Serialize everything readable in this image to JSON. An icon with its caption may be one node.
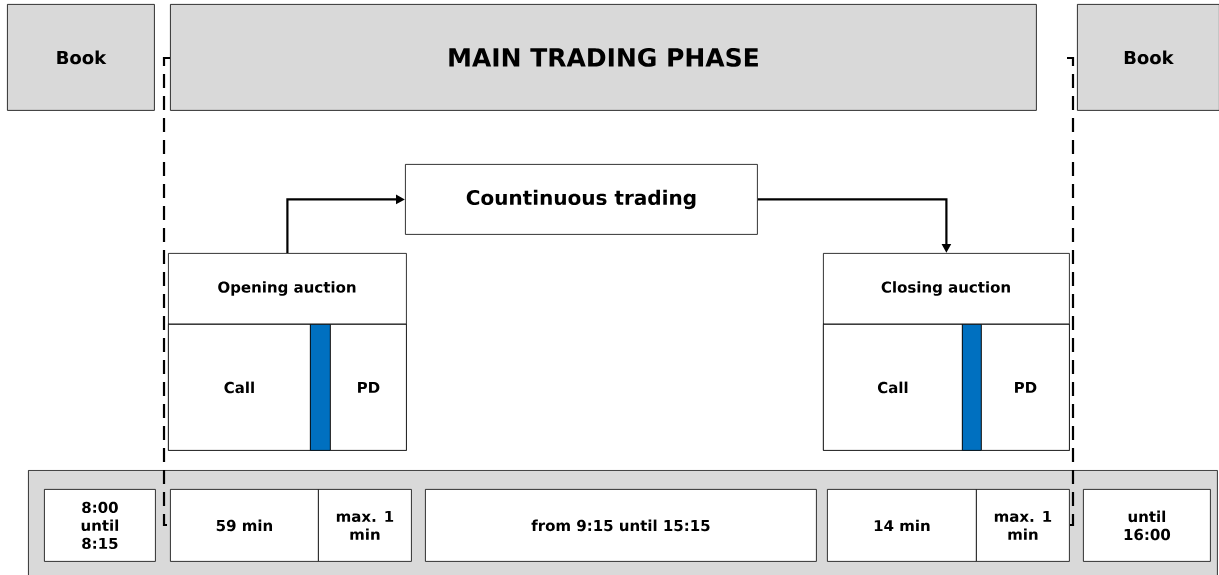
{
  "diagram": {
    "nodes": [
      {
        "text": [
          "Book"
        ]
      },
      {
        "text": [
          "MAIN TRADING PHASE"
        ]
      },
      {
        "text": [
          "Book"
        ]
      },
      {
        "text": [
          "Countinuous trading"
        ]
      },
      {
        "text": [
          "Opening auction"
        ]
      },
      {
        "text": [
          "Call"
        ],
        "in": 4
      },
      {
        "text": [],
        "shape": "bar",
        "in": 4
      },
      {
        "text": [
          "PD"
        ],
        "in": 4
      },
      {
        "text": [
          "Closing auction"
        ]
      },
      {
        "text": [
          "Call"
        ],
        "in": 8
      },
      {
        "text": [],
        "shape": "bar",
        "in": 8
      },
      {
        "text": [
          "PD"
        ],
        "in": 8
      },
      {
        "text": [],
        "shape": "box"
      },
      {
        "text": [
          "8:00 until 8:15"
        ],
        "in": 12
      },
      {
        "text": [
          "59 min"
        ],
        "in": 12
      },
      {
        "text": [
          "max. 1 min"
        ],
        "in": 12
      },
      {
        "text": [
          "from 9:15 until 15:15"
        ],
        "in": 12
      },
      {
        "text": [
          "14 min"
        ],
        "in": 12
      },
      {
        "text": [
          "max. 1 min"
        ],
        "in": 12
      },
      {
        "text": [
          "until 16:00"
        ],
        "in": 12
      }
    ],
    "edges": [
      {
        "from": 4,
        "to": 3,
        "arrow": "to"
      },
      {
        "from": 3,
        "to": 8,
        "arrow": "to"
      }
    ]
  }
}
